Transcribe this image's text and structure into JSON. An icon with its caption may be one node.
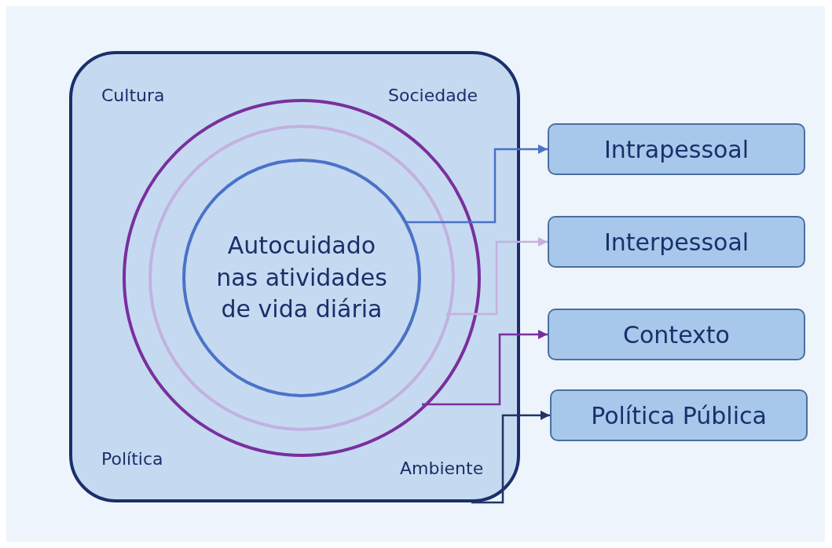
{
  "diagram": {
    "nodes": [
      {
        "text": [
          "Cultura",
          "Sociedade",
          "Política",
          "Ambiente"
        ]
      },
      {
        "text": [],
        "shape": "circle",
        "in": 0
      },
      {
        "text": [],
        "shape": "circle",
        "in": 1
      },
      {
        "text": [
          "Autocuidado nas atividades de vida diária"
        ],
        "in": 2
      },
      {
        "text": [
          "Intrapessoal"
        ]
      },
      {
        "text": [
          "Interpessoal"
        ]
      },
      {
        "text": [
          "Contexto"
        ]
      },
      {
        "text": [
          "Política Pública"
        ]
      }
    ],
    "edges": [
      {
        "from": 3,
        "to": 4,
        "arrow": "to",
        "color": "#4a72c8"
      },
      {
        "from": 2,
        "to": 5,
        "arrow": "to",
        "color": "#c3b1e0"
      },
      {
        "from": 1,
        "to": 6,
        "arrow": "to",
        "color": "#7a2f9e"
      },
      {
        "from": 0,
        "to": 7,
        "arrow": "to",
        "color": "#1f3566"
      }
    ]
  }
}
